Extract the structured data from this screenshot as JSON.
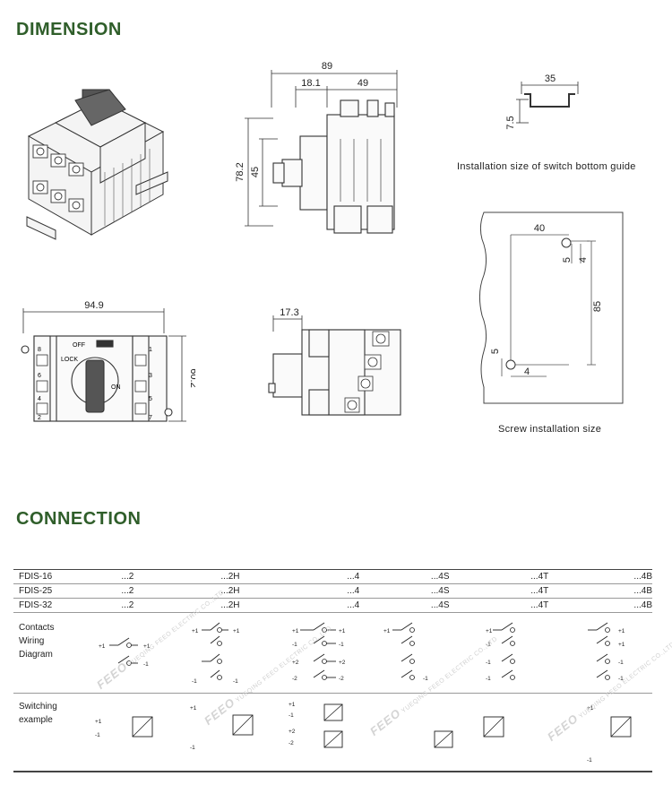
{
  "sections": {
    "dimension_title": "DIMENSION",
    "connection_title": "CONNECTION"
  },
  "dimensions": {
    "side_width": "89",
    "side_offset": "18.1",
    "side_body": "49",
    "side_height": "78.2",
    "side_knob_height": "45",
    "front_width": "94.9",
    "front_height": "60.2",
    "bottom_depth": "17.3",
    "rail_width": "35",
    "rail_height": "7.5",
    "screw_h_spacing": "40",
    "screw_v_spacing": "85",
    "screw_top_a": "5",
    "screw_top_b": "4",
    "screw_bot_a": "5",
    "screw_bot_b": "4"
  },
  "front_labels": {
    "off": "OFF",
    "on": "ON",
    "lock": "LOCK",
    "t8": "8",
    "t6": "6",
    "t4": "4",
    "t2": "2",
    "t1": "1",
    "t3": "3",
    "t5": "5",
    "t7": "7"
  },
  "captions": {
    "rail": "Installation size of switch bottom guide",
    "screw": "Screw installation size"
  },
  "table": {
    "rows": [
      {
        "model": "FDIS-16",
        "cols": [
          "...2",
          "...2H",
          "...4",
          "...4S",
          "...4T",
          "...4B"
        ]
      },
      {
        "model": "FDIS-25",
        "cols": [
          "...2",
          "...2H",
          "...4",
          "...4S",
          "...4T",
          "...4B"
        ]
      },
      {
        "model": "FDIS-32",
        "cols": [
          "...2",
          "...2H",
          "...4",
          "...4S",
          "...4T",
          "...4B"
        ]
      }
    ],
    "contacts_label": "Contacts\nWiring\nDiagram",
    "switching_label": "Switching\nexample",
    "plus1": "+1",
    "minus1": "-1",
    "plus2": "+2",
    "minus2": "-2"
  },
  "watermark": {
    "brand": "FEEO",
    "company": "YUEQING FEEO ELECTRIC CO.,LTD"
  }
}
